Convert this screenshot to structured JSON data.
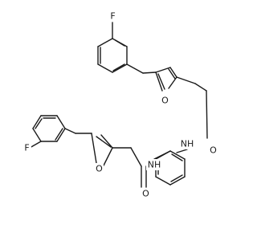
{
  "atoms": {
    "F1": "F",
    "F2": "F",
    "O_furan1": "O",
    "O_furan2": "O",
    "O_carbonyl1": "O",
    "O_carbonyl2": "O",
    "N1": "NH",
    "N2": "NH"
  },
  "colors": {
    "bond": "#1a1a1a",
    "background": "#ffffff"
  }
}
